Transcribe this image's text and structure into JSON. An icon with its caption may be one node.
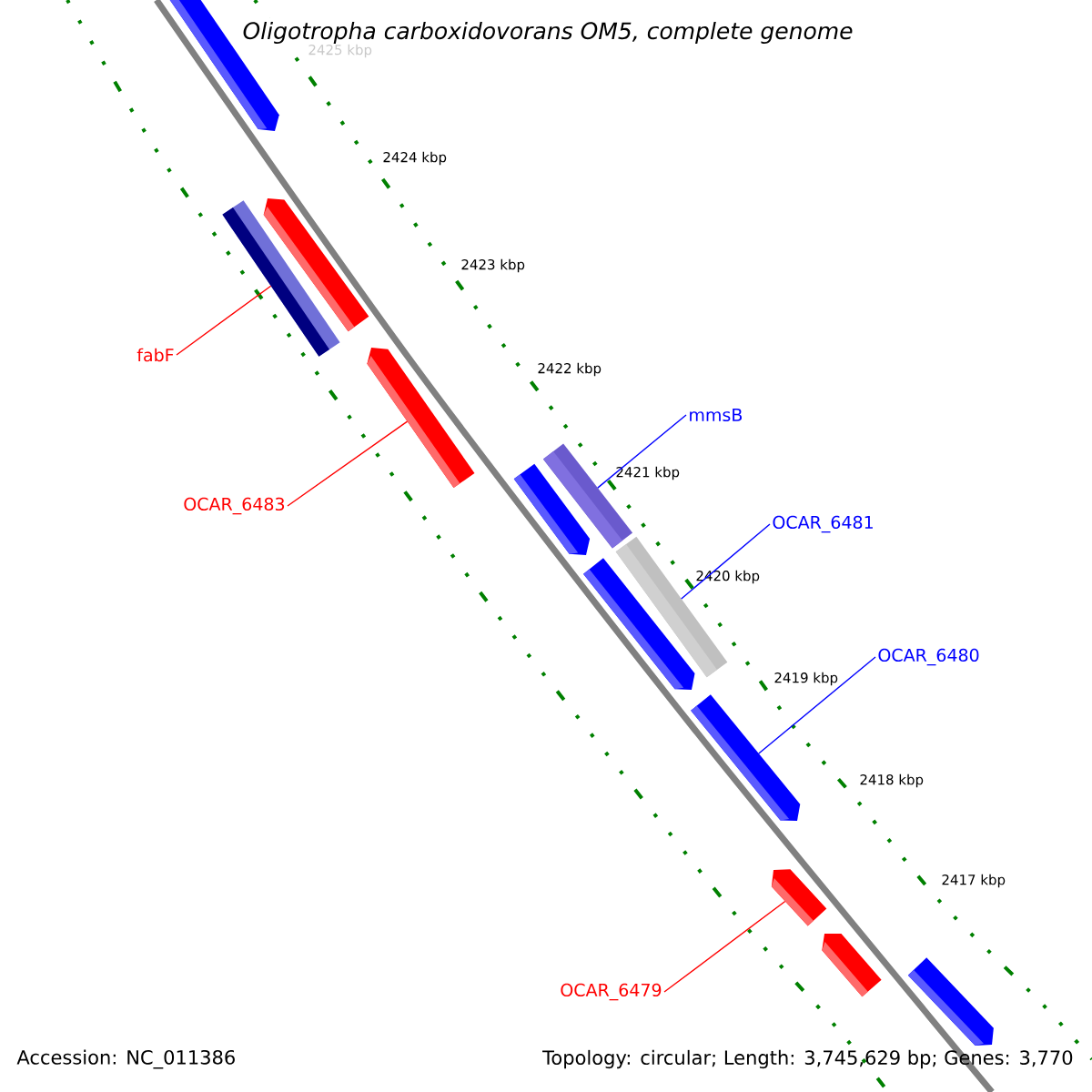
{
  "diagram": {
    "title": "Oligotropha carboxidovorans OM5, complete genome",
    "nodes": [
      {
        "text": [],
        "shape": "arrow"
      },
      {
        "text": [],
        "shape": "arrow"
      },
      {
        "text": [],
        "shape": "bar"
      },
      {
        "text": [],
        "shape": "arrow"
      },
      {
        "text": [
          "fabF"
        ]
      },
      {
        "text": [
          "mmsB"
        ]
      },
      {
        "text": [],
        "shape": "bar"
      },
      {
        "text": [],
        "shape": "arrow"
      },
      {
        "text": [
          "OCAR_6483"
        ]
      },
      {
        "text": [
          "OCAR_6481"
        ]
      },
      {
        "text": [],
        "shape": "bar"
      },
      {
        "text": [],
        "shape": "arrow"
      },
      {
        "text": [
          "OCAR_6480"
        ]
      },
      {
        "text": [],
        "shape": "arrow"
      },
      {
        "text": [],
        "shape": "arrow"
      },
      {
        "text": [],
        "shape": "arrow"
      },
      {
        "text": [],
        "shape": "arrow"
      },
      {
        "text": [
          "OCAR_6479"
        ]
      }
    ],
    "edges": [
      {
        "from": 4,
        "to": 2,
        "arrow": "none",
        "color": "#ff0000"
      },
      {
        "from": 8,
        "to": 3,
        "arrow": "none",
        "color": "#ff0000"
      },
      {
        "from": 5,
        "to": 6,
        "arrow": "none",
        "color": "#0000ff"
      },
      {
        "from": 9,
        "to": 10,
        "arrow": "none",
        "color": "#0000ff"
      },
      {
        "from": 12,
        "to": 13,
        "arrow": "none",
        "color": "#0000ff"
      },
      {
        "from": 17,
        "to": 14,
        "arrow": "none",
        "color": "#ff0000"
      }
    ],
    "labels": [
      "2425 kbp",
      "2424 kbp",
      "2423 kbp",
      "2422 kbp",
      "2421 kbp",
      "2420 kbp",
      "2419 kbp",
      "2418 kbp",
      "2417 kbp",
      "Accession: NC_011386",
      "Topology: circular; Length: 3,745,629 bp; Genes: 3,770"
    ]
  }
}
